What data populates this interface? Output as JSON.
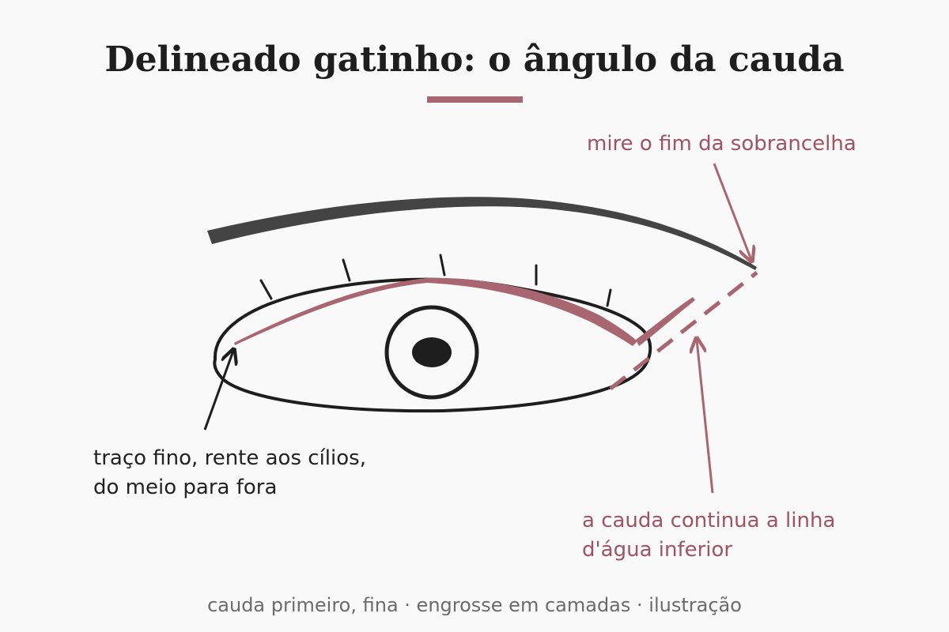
{
  "title": "Delineado gatinho: o ângulo da cauda",
  "annotations": {
    "brow_target": "mire o fim da sobrancelha",
    "lash_line": [
      "traço fino, rente aos cílios,",
      "do meio para fora"
    ],
    "tail_direction": [
      "a cauda continua a linha",
      "d'água inferior"
    ]
  },
  "footer": "cauda primeiro, fina · engrosse em camadas · ilustração",
  "colors": {
    "background": "#f9f9f9",
    "ink": "#1e1e1e",
    "accent": "#a86671",
    "accent_text": "#a05463",
    "brow": "#444444",
    "footer_text": "#6b6b6b"
  }
}
